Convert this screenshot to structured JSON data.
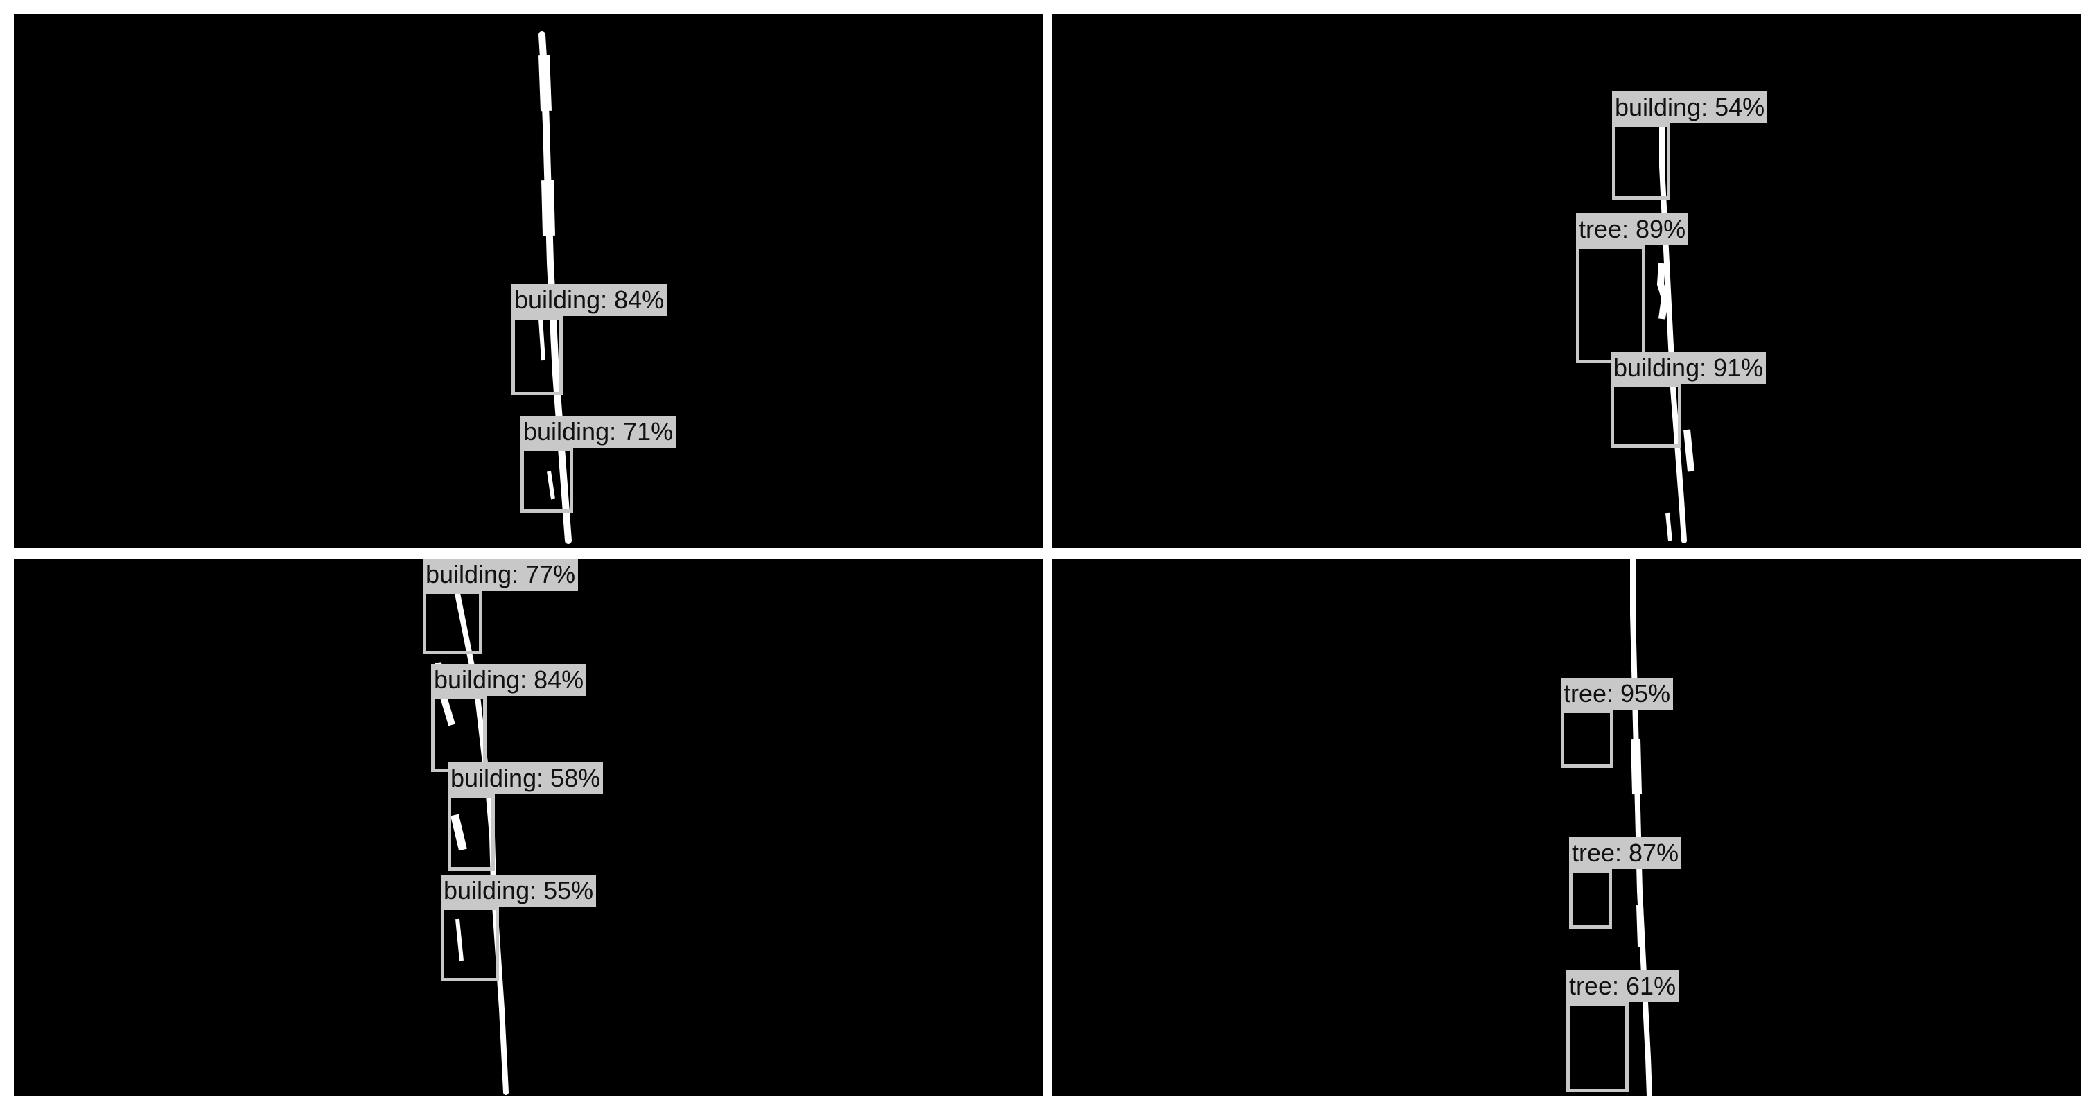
{
  "colors": {
    "background": "#000000",
    "box": "#c8c8c8",
    "label_bg": "#c8c8c8",
    "label_text": "#111111",
    "separator": "#ffffff",
    "signal": "#ffffff"
  },
  "panels": [
    {
      "id": "top-left",
      "detections": [
        {
          "text": "building: 84%",
          "class": "building",
          "score": 84
        },
        {
          "text": "building: 71%",
          "class": "building",
          "score": 71
        }
      ]
    },
    {
      "id": "top-right",
      "detections": [
        {
          "text": "building: 54%",
          "class": "building",
          "score": 54
        },
        {
          "text": "tree: 89%",
          "class": "tree",
          "score": 89
        },
        {
          "text": "building: 91%",
          "class": "building",
          "score": 91
        }
      ]
    },
    {
      "id": "bottom-left",
      "detections": [
        {
          "text": "building: 77%",
          "class": "building",
          "score": 77
        },
        {
          "text": "building: 84%",
          "class": "building",
          "score": 84
        },
        {
          "text": "building: 58%",
          "class": "building",
          "score": 58
        },
        {
          "text": "building: 55%",
          "class": "building",
          "score": 55
        }
      ]
    },
    {
      "id": "bottom-right",
      "detections": [
        {
          "text": "tree: 95%",
          "class": "tree",
          "score": 95
        },
        {
          "text": "tree: 87%",
          "class": "tree",
          "score": 87
        },
        {
          "text": "tree: 61%",
          "class": "tree",
          "score": 61
        }
      ]
    }
  ]
}
